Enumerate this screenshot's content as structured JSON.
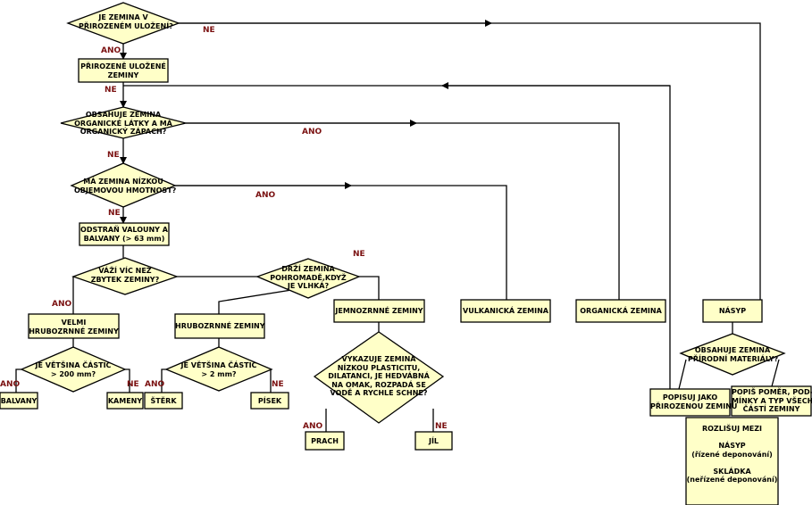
{
  "colors": {
    "fill": "#ffffc8",
    "stroke": "#000000",
    "edge_label": "#7a1010"
  },
  "nodes": {
    "q_natural": "JE ZEMINA V\nPŘIROZENÉM ULOŽENÍ?",
    "natural_soils": "PŘIROZENĚ ULOŽENÉ\nZEMINY",
    "q_organic": "OBSAHUJE ZEMINA\nORGANICKÉ LÁTKY A MÁ\nORGANICKÝ ZÁPACH?",
    "q_low_density": "MÁ ZEMINA NÍZKOU\nOBJEMOVOU HMOTNOST?",
    "remove_cobbles": "ODSTRAŇ VALOUNY A\nBALVANY (> 63 mm)",
    "q_heavier": "VÁŽÍ VÍC NEŽ\nZBYTEK ZEMINY?",
    "q_sticks": "DRŽÍ ZEMINA\nPOHROMADĚ,KDYŽ\nJE VLHKÁ?",
    "very_coarse": "VELMI\nHRUBOZRNNÉ ZEMINY",
    "coarse": "HRUBOZRNNÉ ZEMINY",
    "fine": "JEMNOZRNNÉ ZEMINY",
    "volcanic": "VULKANICKÁ ZEMINA",
    "organic": "ORGANICKÁ ZEMINA",
    "fill_soil": "NÁSYP",
    "q_200": "JE VĚTŠINA ČÁSTIC\n> 200 mm?",
    "q_2": "JE VĚTŠINA ČÁSTIC\n> 2 mm?",
    "q_plasticity": "VYKAZUJE ZEMINA\nNÍZKOU PLASTICITU,\nDILATANCI, JE HEDVÁBNÁ\nNA OMAK, ROZPADÁ SE\nVODĚ A RYCHLE SCHNE?",
    "q_natural_material": "OBSAHUJE ZEMINA\nPŘÍRODNÍ MATERIÁLY?",
    "boulders": "BALVANY",
    "cobbles": "KAMENY",
    "gravel": "ŠTĚRK",
    "sand": "PÍSEK",
    "silt": "PRACH",
    "clay": "JÍL",
    "describe_natural": "POPISUJ JAKO\nPŘIROZENOU ZEMINU",
    "describe_ratio": "POPIŠ POMĚR, POD-\nMÍNKY A TYP VŠECH\nČÁSTÍ ZEMINY",
    "distinguish": "ROZLIŠUJ MEZI\n\nNÁSYP\n(řízené deponování)\n\nSKLÁDKA\n(neřízené deponování)"
  },
  "edge_labels": {
    "yes": "ANO",
    "no": "NE"
  }
}
